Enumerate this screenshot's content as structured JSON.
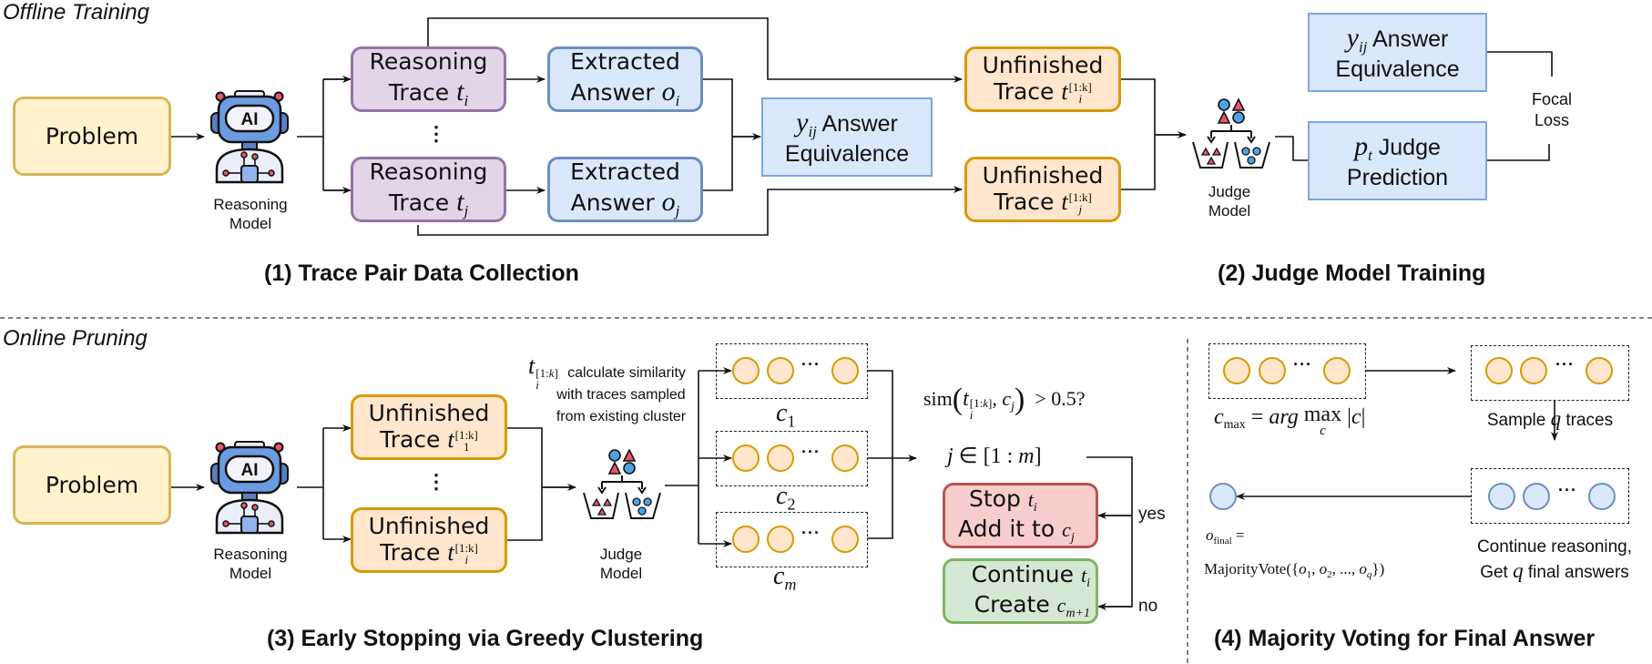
{
  "sections": {
    "offline_heading": "Offline Training",
    "online_heading": "Online Pruning",
    "s1_title": "(1) Trace Pair Data Collection",
    "s2_title": "(2) Judge Model Training",
    "s3_title": "(3) Early Stopping via Greedy Clustering",
    "s4_title": "(4) Majority Voting for Final Answer"
  },
  "offline": {
    "problem": "Problem",
    "reasoning_model_label": [
      "Reasoning",
      "Model"
    ],
    "trace_i": {
      "line1": "Reasoning",
      "line2": "Trace",
      "var": "t",
      "sub": "i"
    },
    "trace_j": {
      "line1": "Reasoning",
      "line2": "Trace",
      "var": "t",
      "sub": "j"
    },
    "vdots": "⋮",
    "answer_i": {
      "line1": "Extracted",
      "line2": "Answer",
      "var": "o",
      "sub": "i"
    },
    "answer_j": {
      "line1": "Extracted",
      "line2": "Answer",
      "var": "o",
      "sub": "j"
    },
    "equivalence": {
      "var": "y",
      "sub": "ij",
      "line1": "Answer",
      "line2": "Equivalence"
    },
    "unfinished_i": {
      "line1": "Unfinished",
      "line2": "Trace",
      "var": "t",
      "sub": "i",
      "sup": "[1:k]"
    },
    "unfinished_j": {
      "line1": "Unfinished",
      "line2": "Trace",
      "var": "t",
      "sub": "j",
      "sup": "[1:k]"
    },
    "judge_model_label": [
      "Judge",
      "Model"
    ],
    "equivalence2": {
      "var": "y",
      "sub": "ij",
      "line1": "Answer",
      "line2": "Equivalence"
    },
    "prediction": {
      "var": "p",
      "sub": "t",
      "line1": "Judge",
      "line2": "Prediction"
    },
    "focal_loss": [
      "Focal",
      "Loss"
    ]
  },
  "online": {
    "problem": "Problem",
    "reasoning_model_label": [
      "Reasoning",
      "Model"
    ],
    "unfinished_1": {
      "line1": "Unfinished",
      "line2": "Trace",
      "var": "t",
      "sub": "1",
      "sup": "[1:k]"
    },
    "unfinished_i": {
      "line1": "Unfinished",
      "line2": "Trace",
      "var": "t",
      "sub": "i",
      "sup": "[1:k]"
    },
    "vdots": "⋮",
    "similarity_note": [
      "calculate similarity",
      "with traces sampled",
      "from existing cluster"
    ],
    "judge_model_label": [
      "Judge",
      "Model"
    ],
    "clusters": [
      {
        "var": "c",
        "sub": "1"
      },
      {
        "var": "c",
        "sub": "2"
      },
      {
        "var": "c",
        "sub": "m"
      }
    ],
    "ellipsis": "···",
    "sim_formula": "sim(t_i^[1:k], c_j) > 0.5?",
    "j_range": "j ∈ [1 : m]",
    "stop_box": {
      "line1": "Stop",
      "line1_var": "t",
      "line1_sub": "i",
      "line2": "Add it to",
      "line2_var": "c",
      "line2_sub": "j"
    },
    "continue_box": {
      "line1": "Continue",
      "line1_var": "t",
      "line1_sub": "i",
      "line2": "Create",
      "line2_var": "c",
      "line2_sub": "m+1"
    },
    "yes": "yes",
    "no": "no"
  },
  "voting": {
    "cmax_formula": "c_max = arg max_c |c|",
    "sample_label": {
      "pre": "Sample",
      "var": "q",
      "post": "traces"
    },
    "continue_label": {
      "line1": "Continue reasoning,",
      "line2_pre": "Get",
      "line2_var": "q",
      "line2_post": "final answers"
    },
    "ofinal": "o_final =",
    "majority_vote": "MajorityVote({o₁, o₂, ..., o_q})"
  },
  "colors": {
    "problem_fill": "#fff2cc",
    "problem_stroke": "#d6b656",
    "trace_fill": "#e1d5e7",
    "trace_stroke": "#9673a6",
    "answer_fill": "#dae8fc",
    "answer_stroke": "#6c8ebf",
    "unfinished_fill": "#ffe6cc",
    "unfinished_stroke": "#d79b00",
    "stop_fill": "#f8cecc",
    "stop_stroke": "#b85450",
    "continue_fill": "#d5e8d4",
    "continue_stroke": "#82b366"
  }
}
